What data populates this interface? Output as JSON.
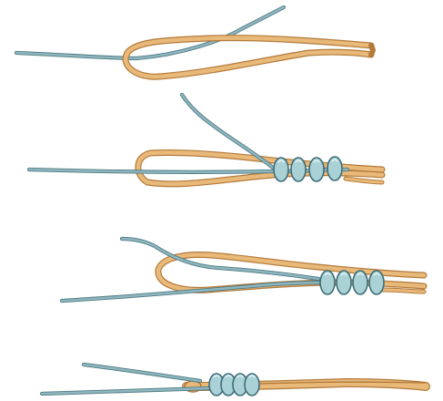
{
  "figure": {
    "kind": "knot-tying-steps",
    "step_count": 4,
    "colors": {
      "line_fill": "#8fb6be",
      "line_outline": "#4f7b85",
      "leader_fill": "#e8b979",
      "leader_outline": "#b37a3b",
      "coil_fill": "#a9d1d6",
      "background": "#ffffff"
    },
    "steps": [
      {
        "step": 1,
        "wraps": 0
      },
      {
        "step": 2,
        "wraps": 4
      },
      {
        "step": 3,
        "wraps": 4
      },
      {
        "step": 4,
        "wraps": 4
      }
    ]
  }
}
